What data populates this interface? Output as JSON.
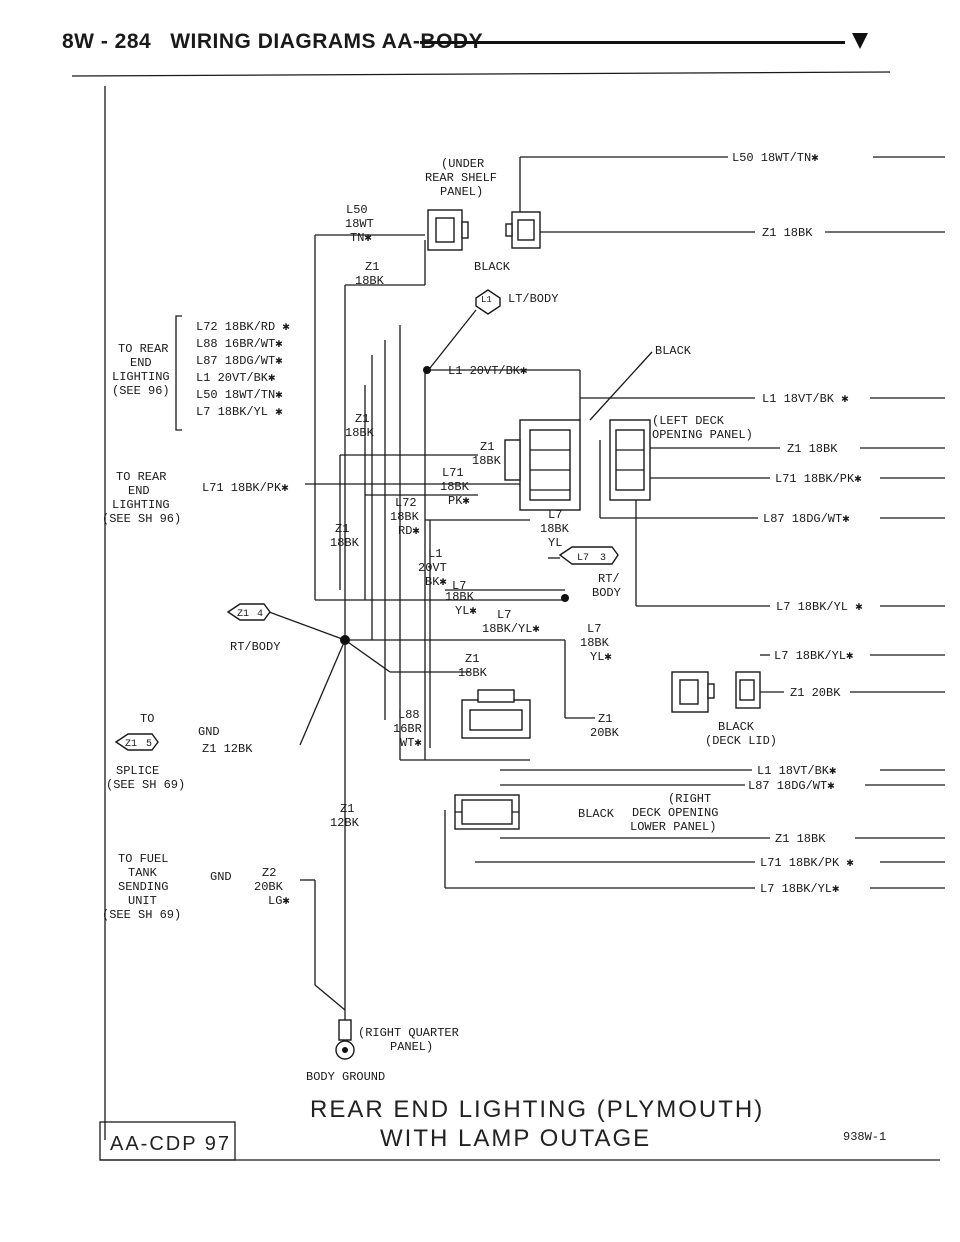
{
  "header": {
    "page_num": "8W - 284",
    "title": "WIRING DIAGRAMS AA-BODY"
  },
  "labels": {
    "under_shelf": [
      "(UNDER",
      "REAR SHELF",
      "PANEL)"
    ],
    "l50_top": [
      "L50",
      "18WT",
      "TN✱"
    ],
    "z1_18bk_a": [
      "Z1",
      "18BK"
    ],
    "black_a": "BLACK",
    "l1_ltbody": "LT/BODY",
    "l1_tag": "L1",
    "to_rear_end_a": [
      "TO REAR",
      "END",
      "LIGHTING",
      "(SEE 96)"
    ],
    "bundle_wires": [
      "L72 18BK/RD ✱",
      "L88 16BR/WT✱",
      "L87 18DG/WT✱",
      "L1 20VT/BK✱",
      "L50 18WT/TN✱",
      "L7 18BK/YL ✱"
    ],
    "l1_20vt_bk": "L1 20VT/BK✱",
    "black_b": "BLACK",
    "z1_18bk_b": [
      "Z1",
      "18BK"
    ],
    "z1_18bk_c": [
      "Z1",
      "18BK"
    ],
    "l71_vert": [
      "L71",
      "18BK",
      "PK✱"
    ],
    "to_rear_end_b": [
      "TO REAR",
      "END",
      "LIGHTING",
      "(SEE SH 96)"
    ],
    "l71_18bk_pk": "L71 18BK/PK✱",
    "l72_vert": [
      "L72",
      "18BK",
      "RD✱"
    ],
    "z1_18bk_d": [
      "Z1",
      "18BK"
    ],
    "l7_vert_a": [
      "L7",
      "18BK",
      "YL"
    ],
    "l7_badge": "L7",
    "l7_badge_num": "3",
    "rt_body_a": [
      "RT/",
      "BODY"
    ],
    "l1_vert": [
      "L1",
      "20VT",
      "BK✱"
    ],
    "l7_vert_b": [
      "L7",
      "18BK",
      "YL✱"
    ],
    "l7_18bk_yl_mid": [
      "L7",
      "18BK/YL✱"
    ],
    "l7_vert_c": [
      "L7",
      "18BK",
      "YL✱"
    ],
    "z1_badge": "Z1",
    "z1_badge_num": "4",
    "rt_body_b": "RT/BODY",
    "z1_18bk_e": [
      "Z1",
      "18BK"
    ],
    "to_splice": [
      "TO",
      "SPLICE",
      "(SEE SH 69)"
    ],
    "z1_badge2": "Z1",
    "z1_badge2_num": "5",
    "gnd_a": "GND",
    "z1_12bk_a": "Z1 12BK",
    "l88_vert": [
      "L88",
      "16BR",
      "WT✱"
    ],
    "z1_20bk_mid": [
      "Z1",
      "20BK"
    ],
    "black_deck": [
      "BLACK",
      "(DECK LID)"
    ],
    "z1_12bk_b": [
      "Z1",
      "12BK"
    ],
    "black_c": "BLACK",
    "right_deck": [
      "(RIGHT",
      "DECK OPENING",
      "LOWER PANEL)"
    ],
    "to_fuel": [
      "TO FUEL",
      "TANK",
      "SENDING",
      "UNIT",
      "(SEE SH 69)"
    ],
    "gnd_b": "GND",
    "z2": [
      "Z2",
      "20BK",
      "LG✱"
    ],
    "ground": [
      "(RIGHT QUARTER",
      "PANEL)"
    ],
    "body_ground": "BODY GROUND",
    "left_deck": [
      "(LEFT DECK",
      "OPENING PANEL)"
    ]
  },
  "right_wires": [
    "L50 18WT/TN✱",
    "Z1 18BK",
    "L1 18VT/BK ✱",
    "Z1 18BK",
    "L71 18BK/PK✱",
    "L87 18DG/WT✱",
    "L7 18BK/YL ✱",
    "L7 18BK/YL✱",
    "Z1 20BK",
    "L1 18VT/BK✱",
    "L87 18DG/WT✱",
    "Z1 18BK",
    "L71 18BK/PK ✱",
    "L7 18BK/YL✱"
  ],
  "footer": {
    "title1": "REAR END LIGHTING (PLYMOUTH)",
    "title2": "WITH LAMP OUTAGE",
    "code": "938W-1",
    "stamp": "AA-CDP 97"
  }
}
